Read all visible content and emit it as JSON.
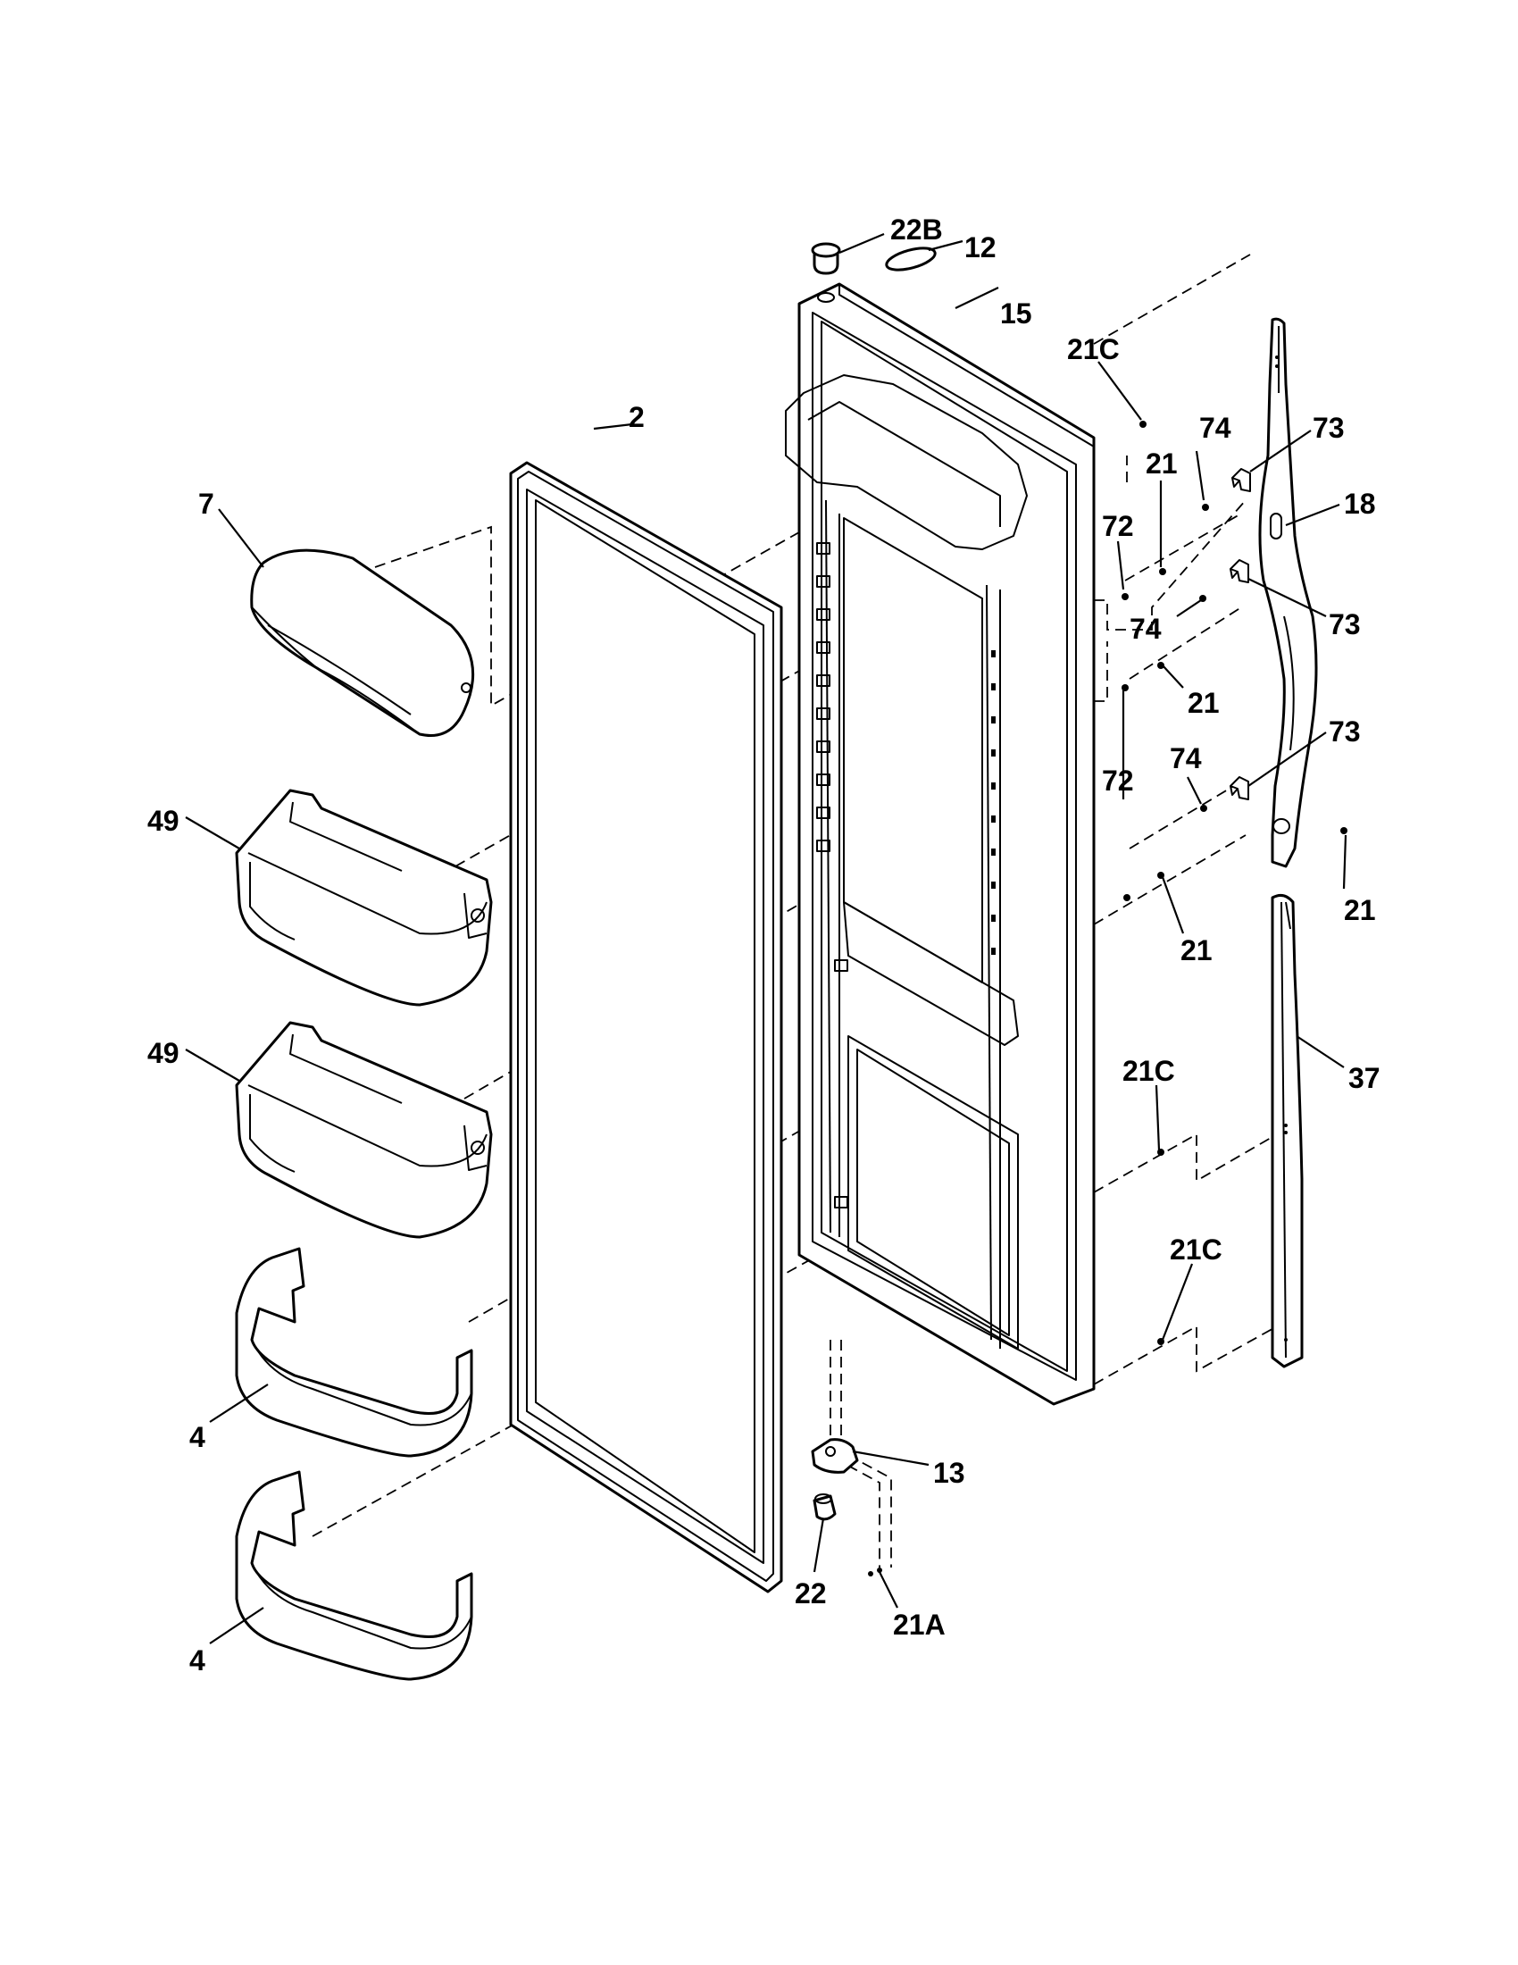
{
  "diagram": {
    "labels": {
      "p22B": "22B",
      "p12": "12",
      "p15": "15",
      "p21C_a": "21C",
      "p2": "2",
      "p74_a": "74",
      "p73_a": "73",
      "p7": "7",
      "p21_a": "21",
      "p18": "18",
      "p72_a": "72",
      "p74_b": "74",
      "p73_b": "73",
      "p21_b": "21",
      "p72_b": "72",
      "p74_c": "74",
      "p73_c": "73",
      "p49_a": "49",
      "p21_c": "21",
      "p21_d": "21",
      "p49_b": "49",
      "p21C_b": "21C",
      "p37": "37",
      "p21C_c": "21C",
      "p4_a": "4",
      "p13": "13",
      "p22": "22",
      "p21A": "21A",
      "p4_b": "4"
    }
  }
}
